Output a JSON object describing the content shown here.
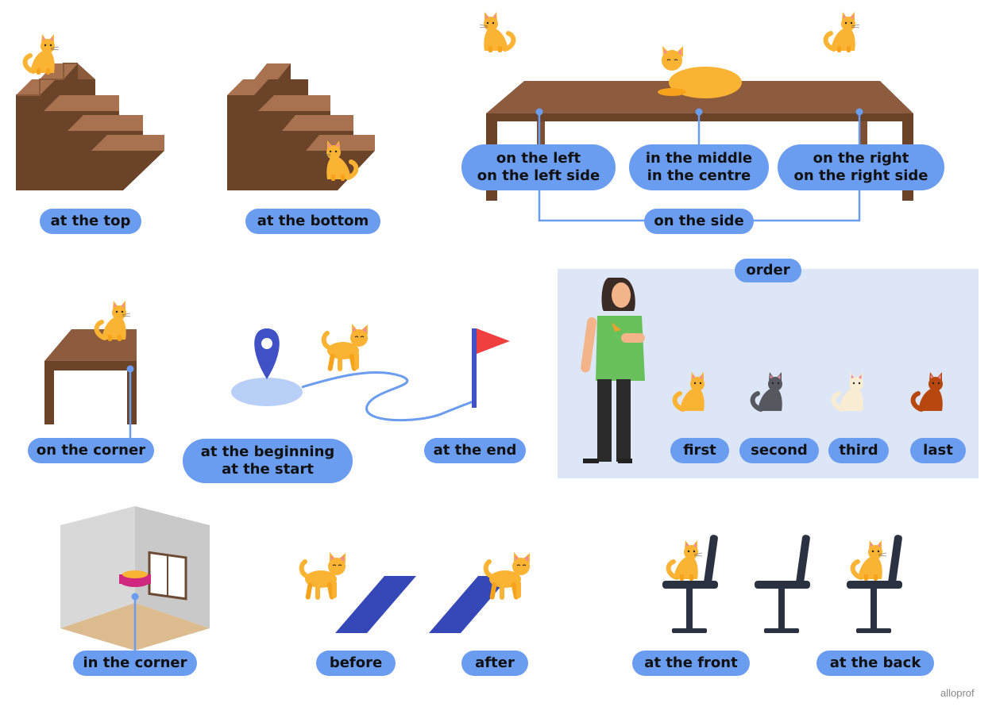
{
  "colors": {
    "cat": "#fbb333",
    "cat_ear": "#ef8aa0",
    "wood_dark": "#6a4328",
    "wood_light": "#a87251",
    "pill": "#6a9cf0",
    "connector": "#6a9cf0",
    "order_bg": "#dde6f6",
    "marker": "#3f51c5",
    "flag": "#ef3f3f",
    "chair": "#2a3140",
    "line_stripe": "#3647b8",
    "cat_gray": "#55585e",
    "cat_cream": "#f8ecd2",
    "cat_brown": "#b8460f"
  },
  "labels": {
    "top": "at the top",
    "bottom": "at the bottom",
    "left_1": "on the left",
    "left_2": "on the left side",
    "middle_1": "in the middle",
    "middle_2": "in the centre",
    "right_1": "on the right",
    "right_2": "on the right side",
    "side": "on the side",
    "order": "order",
    "on_corner": "on the corner",
    "beginning_1": "at the beginning",
    "beginning_2": "at the start",
    "end": "at the end",
    "first": "first",
    "second": "second",
    "third": "third",
    "last": "last",
    "in_corner": "in the corner",
    "before": "before",
    "after": "after",
    "front": "at the front",
    "back": "at the back"
  },
  "brand": "alloprof"
}
